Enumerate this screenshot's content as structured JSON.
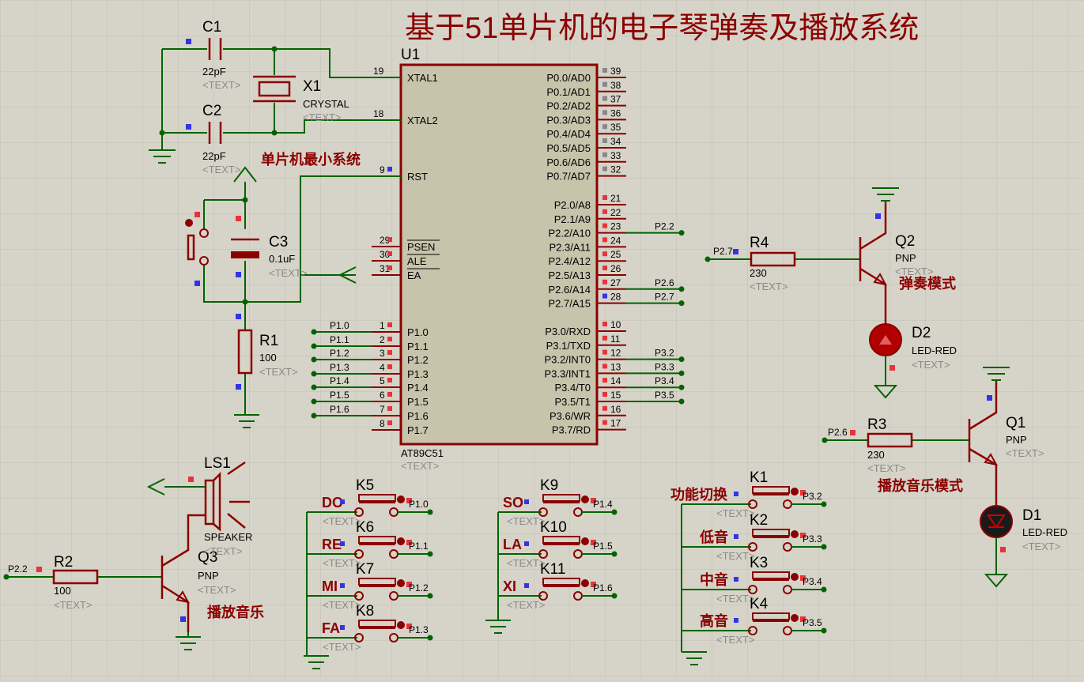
{
  "title": "基于51单片机的电子琴弹奏及播放系统",
  "placeholder": "<TEXT>",
  "colors": {
    "background": "#d6d4c8",
    "wire": "#006400",
    "component": "#8b0000",
    "chip_fill": "#c8c4ac",
    "annotation": "#8b0000",
    "pin_red": "#e8333a",
    "pin_blue": "#3333e8"
  },
  "mcu": {
    "ref": "U1",
    "part": "AT89C51",
    "left_pins": [
      {
        "num": "19",
        "name": "XTAL1"
      },
      {
        "num": "18",
        "name": "XTAL2"
      },
      {
        "num": "9",
        "name": "RST"
      },
      {
        "num": "29",
        "name": "PSEN"
      },
      {
        "num": "30",
        "name": "ALE"
      },
      {
        "num": "31",
        "name": "EA"
      },
      {
        "num": "1",
        "name": "P1.0"
      },
      {
        "num": "2",
        "name": "P1.1"
      },
      {
        "num": "3",
        "name": "P1.2"
      },
      {
        "num": "4",
        "name": "P1.3"
      },
      {
        "num": "5",
        "name": "P1.4"
      },
      {
        "num": "6",
        "name": "P1.5"
      },
      {
        "num": "7",
        "name": "P1.6"
      },
      {
        "num": "8",
        "name": "P1.7"
      }
    ],
    "right_pins": [
      {
        "num": "39",
        "name": "P0.0/AD0"
      },
      {
        "num": "38",
        "name": "P0.1/AD1"
      },
      {
        "num": "37",
        "name": "P0.2/AD2"
      },
      {
        "num": "36",
        "name": "P0.3/AD3"
      },
      {
        "num": "35",
        "name": "P0.4/AD4"
      },
      {
        "num": "34",
        "name": "P0.5/AD5"
      },
      {
        "num": "33",
        "name": "P0.6/AD6"
      },
      {
        "num": "32",
        "name": "P0.7/AD7"
      },
      {
        "num": "21",
        "name": "P2.0/A8"
      },
      {
        "num": "22",
        "name": "P2.1/A9"
      },
      {
        "num": "23",
        "name": "P2.2/A10"
      },
      {
        "num": "24",
        "name": "P2.3/A11"
      },
      {
        "num": "25",
        "name": "P2.4/A12"
      },
      {
        "num": "26",
        "name": "P2.5/A13"
      },
      {
        "num": "27",
        "name": "P2.6/A14"
      },
      {
        "num": "28",
        "name": "P2.7/A15"
      },
      {
        "num": "10",
        "name": "P3.0/RXD"
      },
      {
        "num": "11",
        "name": "P3.1/TXD"
      },
      {
        "num": "12",
        "name": "P3.2/INT0"
      },
      {
        "num": "13",
        "name": "P3.3/INT1"
      },
      {
        "num": "14",
        "name": "P3.4/T0"
      },
      {
        "num": "15",
        "name": "P3.5/T1"
      },
      {
        "num": "16",
        "name": "P3.6/WR"
      },
      {
        "num": "17",
        "name": "P3.7/RD"
      }
    ],
    "left_nets": [
      "P1.0",
      "P1.1",
      "P1.2",
      "P1.3",
      "P1.4",
      "P1.5",
      "P1.6"
    ],
    "right_nets": {
      "p22": "P2.2",
      "p26": "P2.6",
      "p27": "P2.7",
      "p32": "P3.2",
      "p33": "P3.3",
      "p34": "P3.4",
      "p35": "P3.5"
    }
  },
  "components": {
    "c1": {
      "ref": "C1",
      "value": "22pF"
    },
    "c2": {
      "ref": "C2",
      "value": "22pF"
    },
    "x1": {
      "ref": "X1",
      "value": "CRYSTAL"
    },
    "c3": {
      "ref": "C3",
      "value": "0.1uF"
    },
    "r1": {
      "ref": "R1",
      "value": "100"
    },
    "r2": {
      "ref": "R2",
      "value": "100",
      "net": "P2.2"
    },
    "r3": {
      "ref": "R3",
      "value": "230",
      "net": "P2.6"
    },
    "r4": {
      "ref": "R4",
      "value": "230",
      "net": "P2.7"
    },
    "q1": {
      "ref": "Q1",
      "value": "PNP"
    },
    "q2": {
      "ref": "Q2",
      "value": "PNP"
    },
    "q3": {
      "ref": "Q3",
      "value": "PNP"
    },
    "d1": {
      "ref": "D1",
      "value": "LED-RED"
    },
    "d2": {
      "ref": "D2",
      "value": "LED-RED"
    },
    "ls1": {
      "ref": "LS1",
      "value": "SPEAKER"
    }
  },
  "annotations": {
    "min_system": "单片机最小系统",
    "play_mode": "弹奏模式",
    "music_mode": "播放音乐模式",
    "play_music": "播放音乐"
  },
  "note_keys": [
    {
      "ref": "K5",
      "label": "DO",
      "net": "P1.0"
    },
    {
      "ref": "K6",
      "label": "RE",
      "net": "P1.1"
    },
    {
      "ref": "K7",
      "label": "MI",
      "net": "P1.2"
    },
    {
      "ref": "K8",
      "label": "FA",
      "net": "P1.3"
    },
    {
      "ref": "K9",
      "label": "SO",
      "net": "P1.4"
    },
    {
      "ref": "K10",
      "label": "LA",
      "net": "P1.5"
    },
    {
      "ref": "K11",
      "label": "XI",
      "net": "P1.6"
    }
  ],
  "function_keys": [
    {
      "ref": "K1",
      "label": "功能切换",
      "net": "P3.2"
    },
    {
      "ref": "K2",
      "label": "低音",
      "net": "P3.3"
    },
    {
      "ref": "K3",
      "label": "中音",
      "net": "P3.4"
    },
    {
      "ref": "K4",
      "label": "高音",
      "net": "P3.5"
    }
  ]
}
